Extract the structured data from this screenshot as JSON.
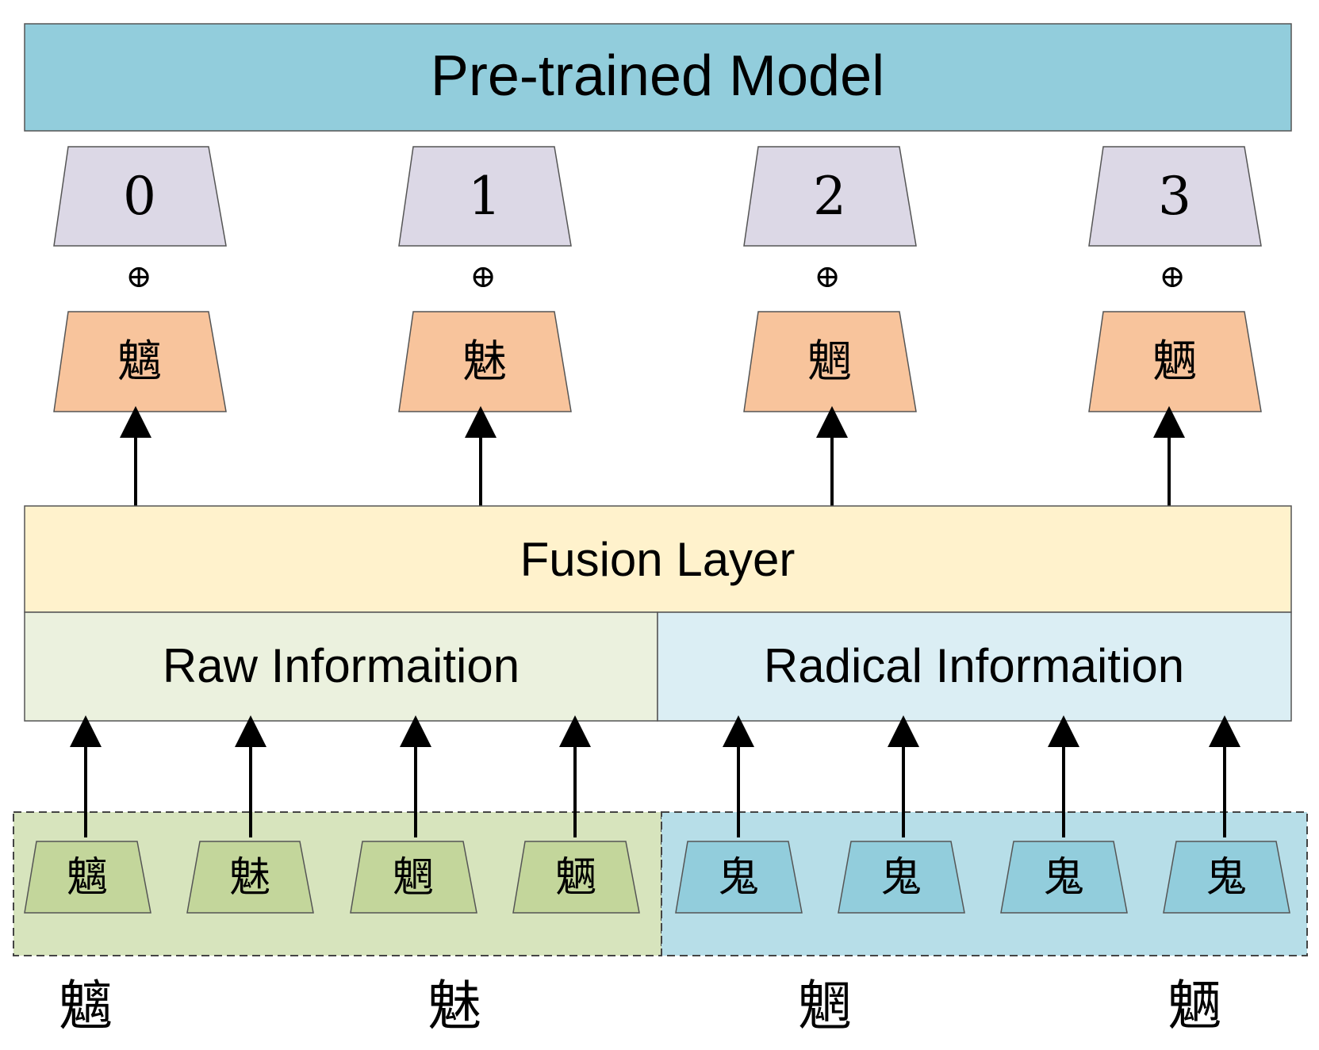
{
  "header": {
    "title": "Pre-trained Model"
  },
  "position_labels": [
    "0",
    "1",
    "2",
    "3"
  ],
  "plus_symbol": "⊕",
  "fused_chars": [
    "魑",
    "魅",
    "魍",
    "魉"
  ],
  "fusion_layer": {
    "label": "Fusion Layer"
  },
  "raw_info": {
    "label": "Raw Informaition"
  },
  "radical_info": {
    "label": "Radical Informaition"
  },
  "raw_tokens": [
    "魑",
    "魅",
    "魍",
    "魉"
  ],
  "radical_tokens": [
    "鬼",
    "鬼",
    "鬼",
    "鬼"
  ],
  "input_chars": [
    "魑",
    "魅",
    "魍",
    "魉"
  ],
  "colors": {
    "model": "#92cddc",
    "position": "#dcd8e6",
    "fused": "#f8c49c",
    "fusion": "#fff2cc",
    "raw_panel": "#ebf1de",
    "radical_panel": "#dbeef4",
    "raw_group": "#d7e4bd",
    "raw_token": "#c3d69b",
    "radical_group": "#b7dee8",
    "radical_token": "#92cddc"
  }
}
